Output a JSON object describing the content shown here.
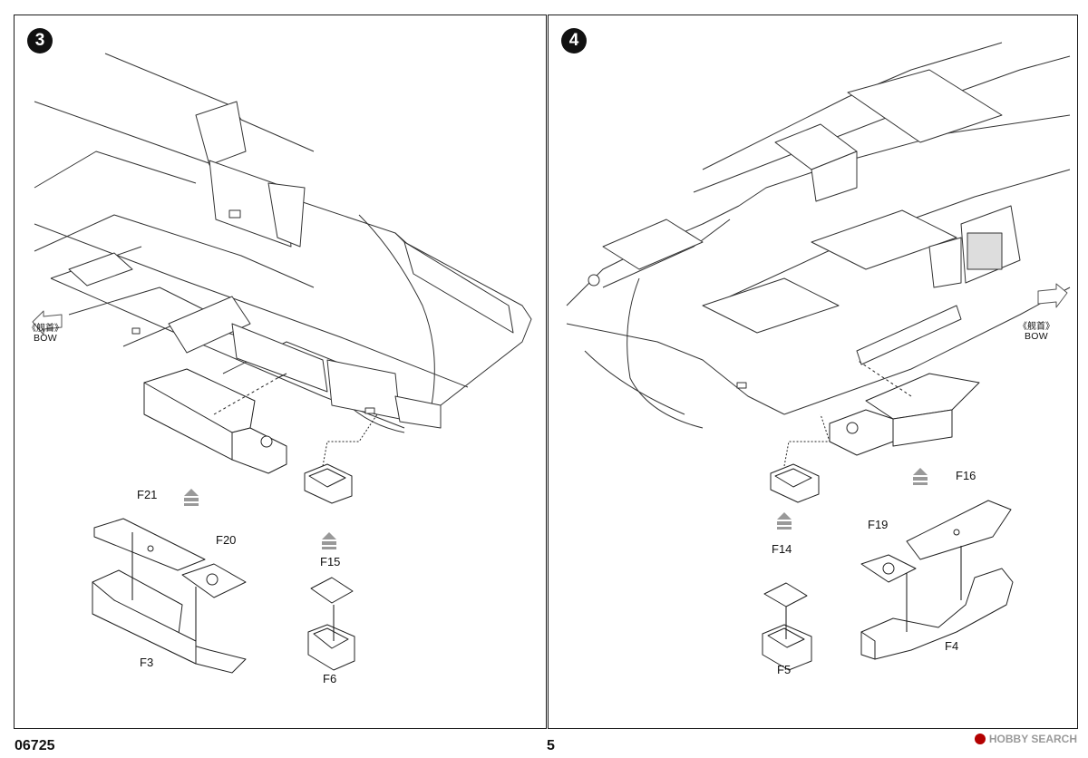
{
  "steps": [
    {
      "number": "3",
      "bow_label": {
        "cn": "《舰首》",
        "en": "BOW"
      },
      "parts": {
        "f21": "F21",
        "f20": "F20",
        "f3": "F3",
        "f15": "F15",
        "f6": "F6"
      }
    },
    {
      "number": "4",
      "bow_label": {
        "cn": "《舰首》",
        "en": "BOW"
      },
      "parts": {
        "f16": "F16",
        "f19": "F19",
        "f4": "F4",
        "f14": "F14",
        "f5": "F5"
      }
    }
  ],
  "footer": {
    "kit_code": "06725",
    "page_number": "5"
  },
  "watermark": {
    "text": "HOBBY SEARCH",
    "icon": "hobby-search-logo-icon"
  }
}
